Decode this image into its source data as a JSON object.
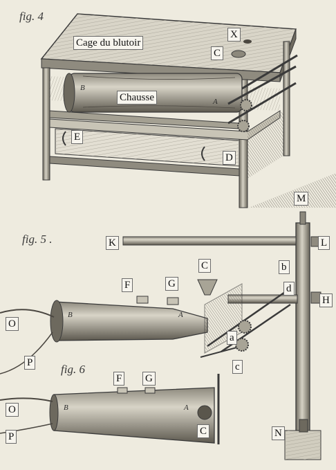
{
  "figures": [
    "fig. 4",
    "fig. 5 .",
    "fig. 6"
  ],
  "fig4_labels": [
    "Cage du blutoir",
    "X",
    "C",
    "Chausse",
    "E",
    "D"
  ],
  "fig5_labels": [
    "M",
    "K",
    "L",
    "C",
    "b",
    "F",
    "G",
    "d",
    "H",
    "O",
    "a",
    "P",
    "c"
  ],
  "fig6_labels": [
    "F",
    "G",
    "O",
    "P",
    "C",
    "N"
  ],
  "engraved_letters": [
    "B",
    "A",
    "B",
    "A",
    "B",
    "A"
  ],
  "colors": {
    "paper": "#eeebdf",
    "ink": "#3a3a3a",
    "wood": "#b9b4a3",
    "shadow": "#8a8678"
  }
}
